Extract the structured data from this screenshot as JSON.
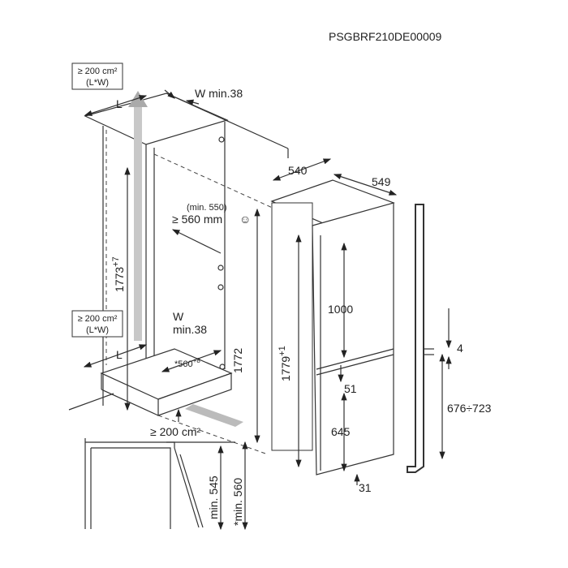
{
  "code": "PSGBRF210DE00009",
  "vent_top": {
    "line1": "≥ 200 cm²",
    "line2": "(L*W)",
    "l_label": "L",
    "w_label": "W min.38"
  },
  "door_clearance": {
    "min": "(min. 550)",
    "value": "≥ 560 mm",
    "smiley": "☺"
  },
  "niche_height": {
    "value": "1773",
    "tol": "+7"
  },
  "vent_bottom": {
    "line1": "≥ 200 cm²",
    "line2": "(L*W)",
    "l_label": "L",
    "w_label": "W",
    "w_value": "min.38"
  },
  "niche_width": {
    "value": "*560",
    "tol": "+8"
  },
  "plinth_vent": "≥ 200 cm²",
  "dim_1772": "1772",
  "appliance_height": {
    "value": "1779",
    "tol": "+1"
  },
  "appliance_width": "540",
  "appliance_depth": "549",
  "dim_1000": "1000",
  "dim_51": "51",
  "dim_645": "645",
  "dim_31": "31",
  "dim_4": "4",
  "dim_676_723": "676÷723",
  "detail": {
    "min_545": "min. 545",
    "min_560": "*min. 560"
  },
  "colors": {
    "line": "#333333",
    "arrow_gray": "#b0b0b0"
  }
}
